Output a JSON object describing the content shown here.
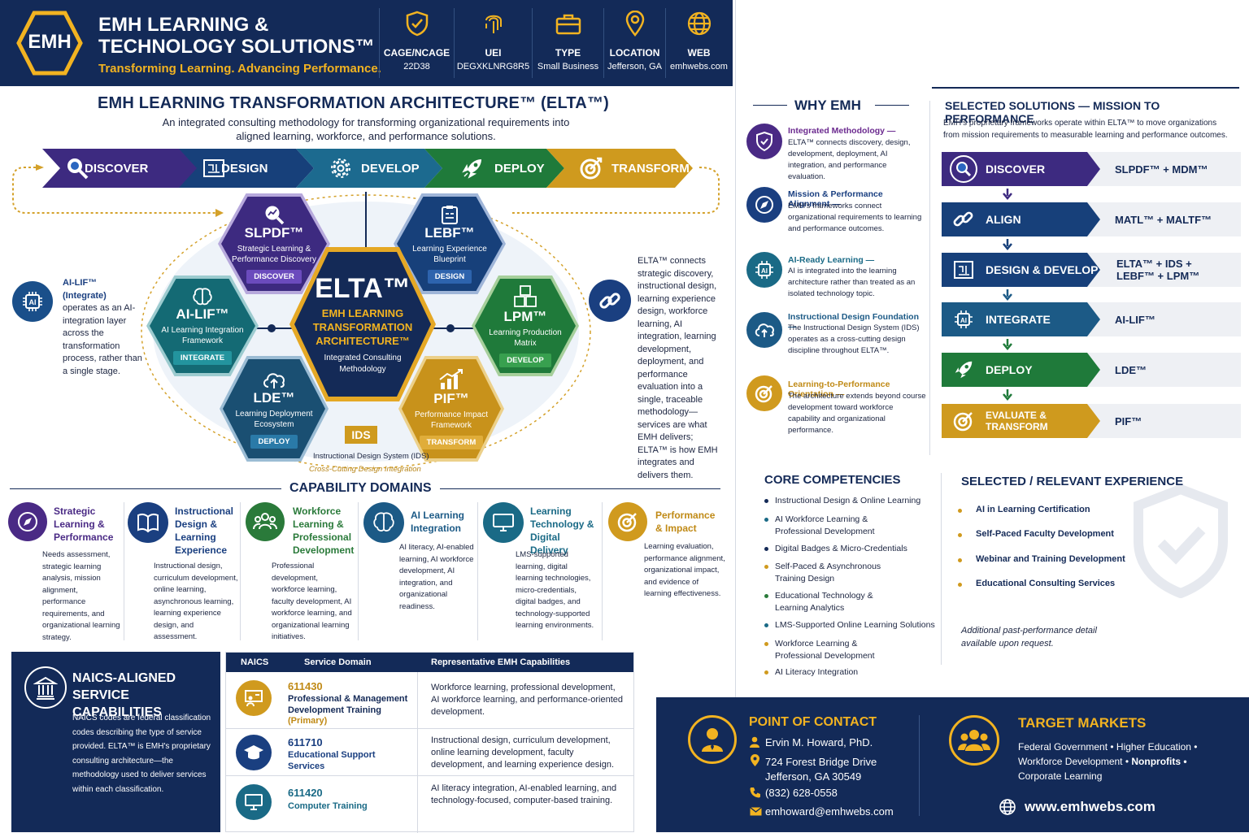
{
  "header": {
    "logo_text": "EMH",
    "company_line1": "EMH LEARNING &",
    "company_line2": "TECHNOLOGY SOLUTIONS™",
    "tagline": "Transforming Learning. Advancing Performance.",
    "cells": [
      {
        "icon": "shield-check-icon",
        "label": "CAGE/NCAGE",
        "value": "22D38"
      },
      {
        "icon": "fingerprint-icon",
        "label": "UEI",
        "value": "DEGXKLNRG8R5"
      },
      {
        "icon": "briefcase-icon",
        "label": "TYPE",
        "value": "Small Business"
      },
      {
        "icon": "location-pin-icon",
        "label": "LOCATION",
        "value": "Jefferson, GA"
      },
      {
        "icon": "globe-icon",
        "label": "WEB",
        "value": "emhwebs.com"
      }
    ]
  },
  "elta": {
    "title": "EMH LEARNING TRANSFORMATION ARCHITECTURE™ (ELTA™)",
    "subtitle": "An integrated consulting methodology for transforming organizational requirements into aligned learning, workforce, and performance solutions.",
    "phases": [
      {
        "label": "DISCOVER",
        "icon": "search-icon",
        "color": "#3d2a80"
      },
      {
        "label": "DESIGN",
        "icon": "blueprint-icon",
        "color": "#17407a"
      },
      {
        "label": "DEVELOP",
        "icon": "gear-icon",
        "color": "#1c6a8f"
      },
      {
        "label": "DEPLOY",
        "icon": "rocket-icon",
        "color": "#1f7a3a"
      },
      {
        "label": "TRANSFORM",
        "icon": "target-icon",
        "color": "#cf9a1e"
      }
    ],
    "center": {
      "name": "ELTA™",
      "line1": "EMH LEARNING",
      "line2": "TRANSFORMATION",
      "line3": "ARCHITECTURE™",
      "desc1": "Integrated Consulting",
      "desc2": "Methodology"
    },
    "hexes": [
      {
        "name": "SLPDF™",
        "desc": "Strategic Learning & Performance Discovery",
        "badge": "DISCOVER",
        "icon": "chart-search-icon"
      },
      {
        "name": "LEBF™",
        "desc": "Learning Experience Blueprint",
        "badge": "DESIGN",
        "icon": "clipboard-icon"
      },
      {
        "name": "AI-LIF™",
        "desc": "AI Learning Integration Framework",
        "badge": "INTEGRATE",
        "icon": "brain-icon"
      },
      {
        "name": "LPM™",
        "desc": "Learning Production Matrix",
        "badge": "DEVELOP",
        "icon": "cubes-icon"
      },
      {
        "name": "LDE™",
        "desc": "Learning Deployment Ecosystem",
        "badge": "DEPLOY",
        "icon": "cloud-upload-icon"
      },
      {
        "name": "PIF™",
        "desc": "Performance Impact Framework",
        "badge": "TRANSFORM",
        "icon": "bar-chart-icon"
      }
    ],
    "ids_badge": "IDS",
    "ids_label": "Instructional Design System (IDS)",
    "ids_sub": "Cross-Cutting Design Integration",
    "left_note_title": "AI-LIF™ (Integrate)",
    "left_note": "operates as an AI-integration layer across the transformation process, rather than a single stage.",
    "right_note": "ELTA™ connects strategic discovery, instructional design, learning experience design, workforce learning, AI integration, learning development, deployment, and performance evaluation into a single, traceable methodology—services are what EMH delivers; ELTA™ is how EMH integrates and delivers them."
  },
  "capability": {
    "title": "CAPABILITY DOMAINS",
    "domains": [
      {
        "title": "Strategic Learning & Performance",
        "desc": "Needs assessment, strategic learning analysis, mission alignment, performance requirements, and organizational learning strategy.",
        "icon": "compass-icon",
        "color": "#4a2a85"
      },
      {
        "title": "Instructional Design & Learning Experience",
        "desc": "Instructional design, curriculum development, online learning, asynchronous learning, learning experience design, and assessment.",
        "icon": "book-icon",
        "color": "#1a3f80"
      },
      {
        "title": "Workforce Learning & Professional Development",
        "desc": "Professional development, workforce learning, faculty development, AI workforce learning, and organizational learning initiatives.",
        "icon": "people-icon",
        "color": "#2a7a3a"
      },
      {
        "title": "AI Learning Integration",
        "desc": "AI literacy, AI-enabled learning, AI workforce development, AI integration, and organizational readiness.",
        "icon": "ai-brain-icon",
        "color": "#1c5a86"
      },
      {
        "title": "Learning Technology & Digital Delivery",
        "desc": "LMS-supported learning, digital learning technologies, micro-credentials, digital badges, and technology-supported learning environments.",
        "icon": "monitor-icon",
        "color": "#1a6a86"
      },
      {
        "title": "Performance & Impact",
        "desc": "Learning evaluation, performance alignment, organizational impact, and evidence of learning effectiveness.",
        "icon": "target-icon",
        "color": "#d09a1e"
      }
    ]
  },
  "naics": {
    "title1": "NAICS-ALIGNED",
    "title2": "SERVICE CAPABILITIES",
    "desc": "NAICS codes are federal classification codes describing the type of service provided. ELTA™ is EMH's proprietary consulting architecture—the methodology used to deliver services within each classification.",
    "headers": [
      "NAICS",
      "Service Domain",
      "Representative EMH Capabilities"
    ],
    "rows": [
      {
        "code": "611430",
        "domain": "Professional & Management Development Training",
        "extra": "(Primary)",
        "caps": "Workforce learning, professional development, AI workforce learning, and performance-oriented development.",
        "icon": "presentation-icon",
        "color": "#d09a1e"
      },
      {
        "code": "611710",
        "domain": "Educational Support Services",
        "extra": "",
        "caps": "Instructional design, curriculum development, online learning development, faculty development, and learning experience design.",
        "icon": "graduation-cap-icon",
        "color": "#1a3f80"
      },
      {
        "code": "611420",
        "domain": "Computer Training",
        "extra": "",
        "caps": "AI literacy integration, AI-enabled learning, and technology-focused, computer-based training.",
        "icon": "computer-icon",
        "color": "#1a6a86"
      }
    ]
  },
  "why": {
    "title": "WHY EMH",
    "items": [
      {
        "title": "Integrated Methodology —",
        "desc": "ELTA™ connects discovery, design, development, deployment, AI integration, and performance evaluation.",
        "icon": "shield-icon",
        "color": "#4a2a85"
      },
      {
        "title": "Mission & Performance Alignment —",
        "desc": "EMH's frameworks connect organizational requirements to learning and performance outcomes.",
        "icon": "compass-icon",
        "color": "#1a3f80"
      },
      {
        "title": "AI-Ready Learning —",
        "desc": "AI is integrated into the learning architecture rather than treated as an isolated technology topic.",
        "icon": "ai-chip-icon",
        "color": "#1a6a86"
      },
      {
        "title": "Instructional Design Foundation —",
        "desc": "The Instructional Design System (IDS) operates as a cross-cutting design discipline throughout ELTA™.",
        "icon": "cloud-icon",
        "color": "#1c5a86"
      },
      {
        "title": "Learning-to-Performance Orientation —",
        "desc": "The architecture extends beyond course development toward workforce capability and organizational performance.",
        "icon": "target-icon",
        "color": "#d09a1e"
      }
    ]
  },
  "solutions": {
    "title": "SELECTED SOLUTIONS — MISSION TO PERFORMANCE",
    "desc": "EMH's proprietary frameworks operate within ELTA™ to move organizations from mission requirements to measurable learning and performance outcomes.",
    "rows": [
      {
        "label": "DISCOVER",
        "value": "SLPDF™ + MDM™",
        "icon": "search-icon",
        "color": "#3d2a80"
      },
      {
        "label": "ALIGN",
        "value": "MATL™ + MALTF™",
        "icon": "link-icon",
        "color": "#17407a"
      },
      {
        "label": "DESIGN & DEVELOP",
        "value": "ELTA™ + IDS + LEBF™ + LPM™",
        "icon": "blueprint-icon",
        "color": "#17407a"
      },
      {
        "label": "INTEGRATE",
        "value": "AI-LIF™",
        "icon": "ai-chip-icon",
        "color": "#1c5a86"
      },
      {
        "label": "DEPLOY",
        "value": "LDE™",
        "icon": "rocket-icon",
        "color": "#1f7a3a"
      },
      {
        "label": "EVALUATE & TRANSFORM",
        "value": "PIF™",
        "icon": "target-icon",
        "color": "#cf9a1e"
      }
    ]
  },
  "competencies": {
    "title": "CORE COMPETENCIES",
    "items": [
      "Instructional Design & Online Learning",
      "AI Workforce Learning & Professional Development",
      "Digital Badges & Micro-Credentials",
      "Self-Paced & Asynchronous Training Design",
      "Educational Technology & Learning Analytics",
      "LMS-Supported Online Learning Solutions",
      "Workforce Learning & Professional Development",
      "AI Literacy Integration"
    ]
  },
  "experience": {
    "title": "SELECTED / RELEVANT EXPERIENCE",
    "items": [
      "AI in Learning Certification",
      "Self-Paced Faculty Development",
      "Webinar and Training Development",
      "Educational Consulting Services"
    ],
    "note": "Additional past-performance detail available upon request."
  },
  "contact": {
    "title": "POINT OF CONTACT",
    "name": "Ervin M. Howard, PhD.",
    "address1": "724 Forest Bridge Drive",
    "address2": "Jefferson, GA 30549",
    "phone": "(832) 628-0558",
    "email": "emhoward@emhwebs.com"
  },
  "markets": {
    "title": "TARGET MARKETS",
    "line1": "Federal Government • Higher Education •",
    "line2a": "Workforce Development •",
    "line2b": "Nonprofits •",
    "line3": "Corporate Learning",
    "web": "www.emhwebs.com"
  }
}
